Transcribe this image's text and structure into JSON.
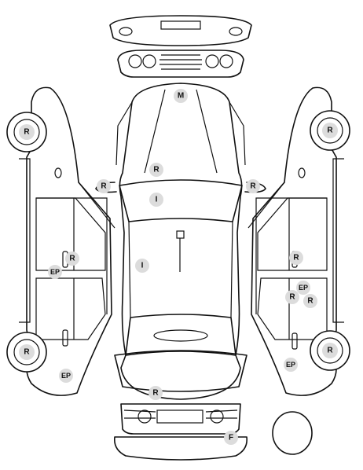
{
  "markers": [
    {
      "id": "wheel-left-front",
      "label": "R"
    },
    {
      "id": "wheel-left-rear",
      "label": "R"
    },
    {
      "id": "door-left-front",
      "label": "R"
    },
    {
      "id": "sill-left",
      "label": "EP"
    },
    {
      "id": "fender-left-rear",
      "label": "EP"
    },
    {
      "id": "hood",
      "label": "M"
    },
    {
      "id": "cowl",
      "label": "R"
    },
    {
      "id": "mirror-left",
      "label": "R"
    },
    {
      "id": "mirror-right",
      "label": "R"
    },
    {
      "id": "windshield",
      "label": "I"
    },
    {
      "id": "roof",
      "label": "I"
    },
    {
      "id": "trunk",
      "label": "R"
    },
    {
      "id": "rear-bumper",
      "label": "F"
    },
    {
      "id": "wheel-right-front",
      "label": "R"
    },
    {
      "id": "wheel-right-rear",
      "label": "R"
    },
    {
      "id": "door-right-front",
      "label": "R"
    },
    {
      "id": "door-right-rear-top",
      "label": "EP"
    },
    {
      "id": "door-right-rear-a",
      "label": "R"
    },
    {
      "id": "door-right-rear-b",
      "label": "R"
    },
    {
      "id": "fender-right-rear",
      "label": "EP"
    }
  ]
}
